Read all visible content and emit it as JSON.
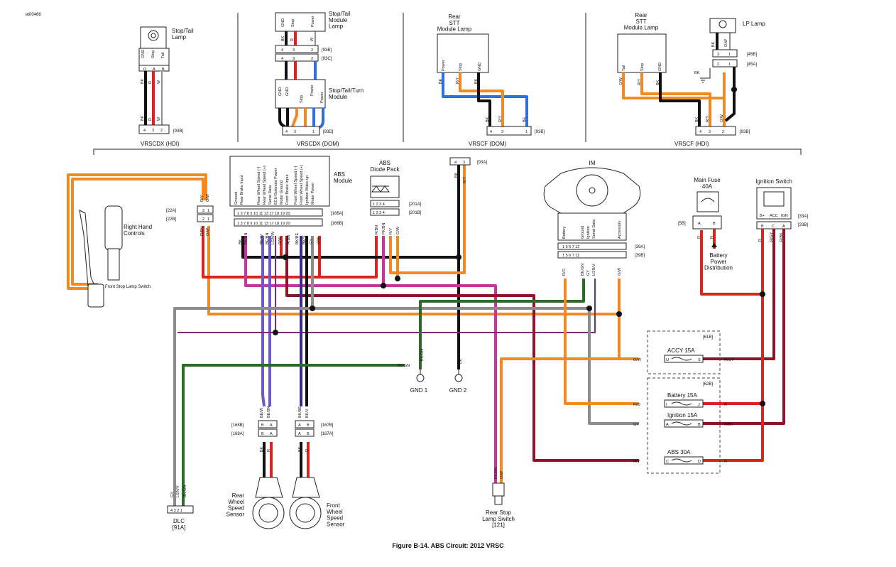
{
  "figure_id": "et00466",
  "caption": "Figure B-14. ABS Circuit: 2012 VRSC",
  "variants": {
    "vrscdx_hdi": "VRSCDX (HDI)",
    "vrscdx_dom": "VRSCDX (DOM)",
    "vrscf_dom": "VRSCF (DOM)",
    "vrscf_hdi": "VRSCF (HDI)"
  },
  "components": {
    "stop_tail_lamp": "Stop/Tail\nLamp",
    "stop_tail_module_lamp": "Stop/Tail\nModule\nLamp",
    "stop_tail_turn_module": "Stop/Tail/Turn\nModule",
    "rear_stt_module_lamp_dom": "Rear\nSTT\nModule Lamp",
    "rear_stt_module_lamp_hdi": "Rear\nSTT\nModule Lamp",
    "lp_lamp": "LP Lamp",
    "abs_module": "ABS\nModule",
    "abs_diode_pack": "ABS\nDiode Pack",
    "im": "IM",
    "main_fuse": "Main Fuse\n40A",
    "ignition_switch": "Ignition Switch",
    "right_hand_controls": "Right Hand\nControls",
    "front_stop_lamp_switch": "Front Stop Lamp Switch",
    "battery_power_distribution": "Battery\nPower\nDistribution",
    "gnd1": "GND 1",
    "gnd2": "GND 2",
    "rear_wheel_speed_sensor": "Rear\nWheel\nSpeed\nSensor",
    "front_wheel_speed_sensor": "Front\nWheel\nSpeed\nSensor",
    "dlc": "DLC\n[91A]",
    "rear_stop_lamp_switch": "Rear Stop\nLamp Switch\n[121]"
  },
  "connectors": {
    "c93B": "[93B]",
    "c93C": "[93C]",
    "c93D": "[93D]",
    "c93A": "[93A]",
    "c45B": "[45B]",
    "c45A": "[45A]",
    "c22A": "[22A]",
    "c22B": "[22B]",
    "c166A": "[166A]",
    "c166B": "[166B]",
    "c201A": "[201A]",
    "c201B": "[201B]",
    "c39A": "[39A]",
    "c39B": "[39B]",
    "c5B": "[5B]",
    "c33A": "[33A]",
    "c33B": "[33B]",
    "c168B": "[168B]",
    "c168A": "[168A]",
    "c167B": "[167B]",
    "c167A": "[167A]",
    "c61B": "[61B]",
    "c62B": "[62B]"
  },
  "abs_module_pins": [
    "Ground",
    "Rear Brake Input",
    "Rear Wheel Speed (-)",
    "Rear Wheel Speed (+)",
    "Serial Data",
    "ECU/Solenoid Power",
    "Motor Ground",
    "Front Brake Input",
    "Front Wheel Speed (-)",
    "Front Wheel Speed (+)",
    "Ignition Wake-up",
    "Motor Power"
  ],
  "abs_pin_numbers": "1  3        7  8  9 10 11 13   17 18 19 20",
  "abs_wire_colors": [
    "BK",
    "PK/BN",
    "BE/W",
    "BE/BN",
    "LGN/W",
    "R/W",
    "R/BN",
    "BK/BE",
    "BK/V",
    "GY",
    "R/W"
  ],
  "im_pins": [
    "Battery",
    "Ground",
    "Ignition",
    "Serial Data",
    "Accessory"
  ],
  "im_pin_numbers": "1      5 6 7        12",
  "im_wire_colors": [
    "R/O",
    "BK/GN",
    "GY",
    "LGN/V",
    "O/W"
  ],
  "fuses": [
    {
      "name": "ACCY 15A",
      "in": "O/W",
      "out": "R/GY"
    },
    {
      "name": "Battery 15A",
      "in": "R/O",
      "out": "R"
    },
    {
      "name": "Ignition 15A",
      "in": "GY",
      "out": "R/BK"
    },
    {
      "name": "ABS 30A",
      "in": "R/V",
      "out": "R"
    }
  ],
  "ignition_switch_pins": [
    "B+",
    "ACC",
    "IGN"
  ],
  "ignition_switch_letters": [
    "B",
    "C",
    "A"
  ],
  "ignition_switch_colors": [
    "R",
    "R/GY",
    "R/BK"
  ],
  "main_fuse_letters": [
    "A",
    "B"
  ],
  "main_fuse_colors": [
    "R",
    "R"
  ],
  "dlc_pins": "4 3 2 1",
  "dlc_colors": [
    "GY",
    "LGN/V",
    "BK/GN"
  ],
  "wheel_sensor_colors_rear": [
    "BE/W",
    "BE/BN",
    "BK",
    "R"
  ],
  "wheel_sensor_colors_front": [
    "BK/BE",
    "BK/V",
    "BK",
    "R"
  ],
  "rear_stop_switch_colors": [
    "PK/BN",
    "O/W"
  ],
  "gnd1_color": "BK/GN",
  "gnd2_color": "BK",
  "hand_controls_colors": [
    "R/Y",
    "O/W",
    "R/BN",
    "O/W"
  ],
  "diode_pack_pins": "1  2  3  4",
  "diode_pack_colors": [
    "R/BN",
    "PK/BN",
    "R/Y",
    "O/W"
  ],
  "top_wire_labels": {
    "stop_tail_lamp": [
      "GND",
      "Stop",
      "Tail"
    ],
    "stop_tail_lamp_colors": [
      "BK",
      "R",
      "W"
    ],
    "lamp_pins": [
      "4",
      "3",
      "2"
    ],
    "module_lamp": [
      "GND",
      "Stop",
      "Power"
    ],
    "module_lamp_colors": [
      "BK",
      "R",
      "W"
    ],
    "stt_module": [
      "GND",
      "GND",
      "Stop",
      "Power",
      "Power"
    ],
    "stt_module_colors": [
      "BK",
      "BK",
      "R/Y",
      "BE",
      "BE"
    ],
    "rear_stt_dom": [
      "Power",
      "Stop",
      "GND"
    ],
    "rear_stt_dom_colors": [
      "BE",
      "R/Y",
      "BK"
    ],
    "rear_stt_hdi": [
      "Tail",
      "Stop",
      "GND"
    ],
    "rear_stt_hdi_colors": [
      "O/W",
      "R/Y",
      "BK"
    ],
    "lp_lamp_colors": [
      "BK",
      "O/W"
    ],
    "pins_431": [
      "4",
      "3",
      "1"
    ],
    "pins_432": [
      "4",
      "3",
      "2"
    ],
    "pins_321": [
      "3",
      "2",
      "1"
    ],
    "letters_oab": [
      "O",
      "A",
      "B"
    ],
    "letters_ab": [
      "A",
      "B"
    ],
    "pins_43": [
      "4",
      "3"
    ],
    "pins_21": [
      "2",
      "1"
    ],
    "pin_1": "1",
    "pin_2": "2",
    "c93a_colors": [
      "BK",
      "R/Y"
    ],
    "lp_pins": [
      "1",
      "2"
    ]
  },
  "colors": {
    "black": "#111111",
    "red": "#d9261c",
    "orange": "#f08a24",
    "white": "#ffffff",
    "blue": "#2f6fe0",
    "violet_blue": "#6a5acd",
    "pink": "#c2379a",
    "gray": "#8c8c8c",
    "green": "#2e6b2a",
    "dark_red": "#8e1228",
    "purple": "#7a2a7a"
  }
}
